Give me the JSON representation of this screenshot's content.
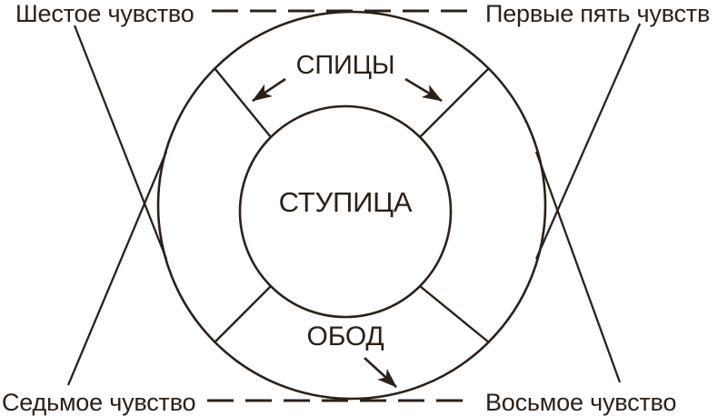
{
  "diagram": {
    "kind": "wheel-diagram",
    "background_color": "#ffffff",
    "ink_color": "#2b2118",
    "labels": {
      "top_left": "Шестое чувство",
      "top_right": "Первые пять чувств",
      "bottom_left": "Седьмое чувство",
      "bottom_right": "Восьмое чувство",
      "spokes": "СПИЦЫ",
      "hub": "СТУПИЦА",
      "rim": "ОБОД"
    }
  }
}
